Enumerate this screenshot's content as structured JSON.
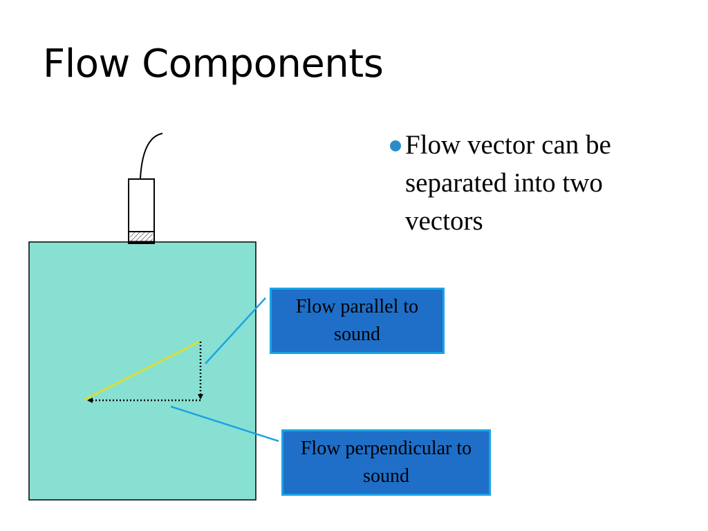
{
  "slide": {
    "title": "Flow Components",
    "bullet": "Flow vector can be separated into two vectors"
  },
  "callouts": {
    "parallel": "Flow parallel to sound",
    "perpendicular": "Flow perpendicular to sound"
  },
  "colors": {
    "tissue_fill": "#88e0d2",
    "flow_vector": "#d4df3a",
    "callout_fill": "#1f6fc8",
    "callout_border": "#1aa3e3",
    "leader_line": "#1aa3e3",
    "bullet": "#2a8dc9"
  }
}
